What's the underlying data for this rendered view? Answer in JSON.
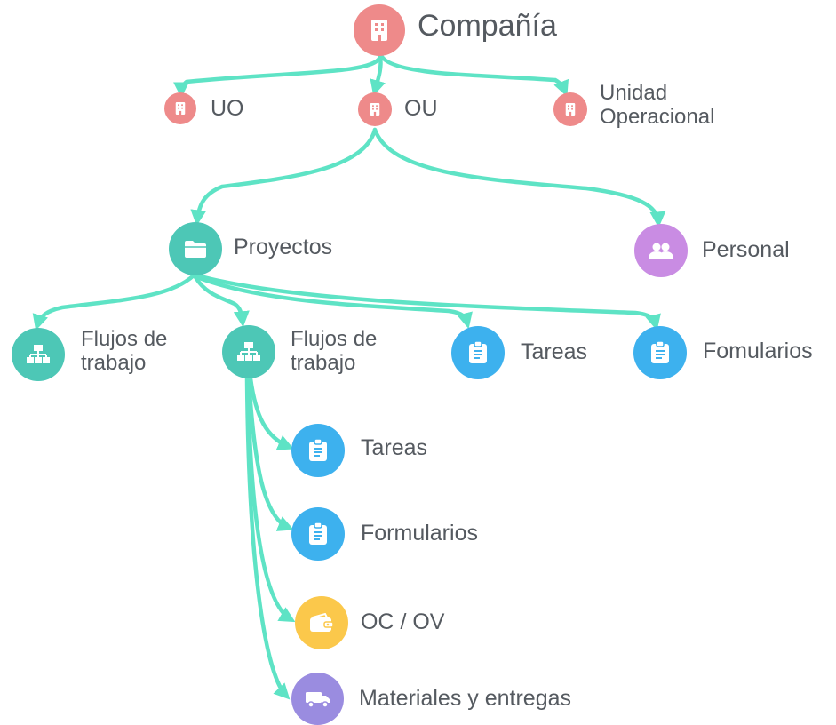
{
  "colors": {
    "edge": "#5ee3c5",
    "company": "#ee8a8a",
    "projects": "#4dc7b6",
    "tasks": "#3db1ee",
    "personal": "#c98ce3",
    "orders": "#fbc84b",
    "materials": "#9a8ce0"
  },
  "nodes": {
    "company": {
      "label": "Compañía",
      "icon": "building-icon"
    },
    "uo": {
      "label": "UO",
      "icon": "building-icon"
    },
    "ou": {
      "label": "OU",
      "icon": "building-icon"
    },
    "unidad": {
      "line1": "Unidad",
      "line2": "Operacional",
      "icon": "building-icon"
    },
    "proyectos": {
      "label": "Proyectos",
      "icon": "folder-icon"
    },
    "personal": {
      "label": "Personal",
      "icon": "people-icon"
    },
    "flujos1": {
      "line1": "Flujos de",
      "line2": "trabajo",
      "icon": "sitemap-icon"
    },
    "flujos2": {
      "line1": "Flujos de",
      "line2": "trabajo",
      "icon": "sitemap-icon"
    },
    "tareas1": {
      "label": "Tareas",
      "icon": "clipboard-icon"
    },
    "formularios1": {
      "label": "Fomularios",
      "icon": "clipboard-icon"
    },
    "tareas2": {
      "label": "Tareas",
      "icon": "clipboard-icon"
    },
    "formularios2": {
      "label": "Formularios",
      "icon": "clipboard-icon"
    },
    "ocov": {
      "label": "OC / OV",
      "icon": "wallet-icon"
    },
    "materiales": {
      "label": "Materiales y entregas",
      "icon": "truck-icon"
    }
  }
}
